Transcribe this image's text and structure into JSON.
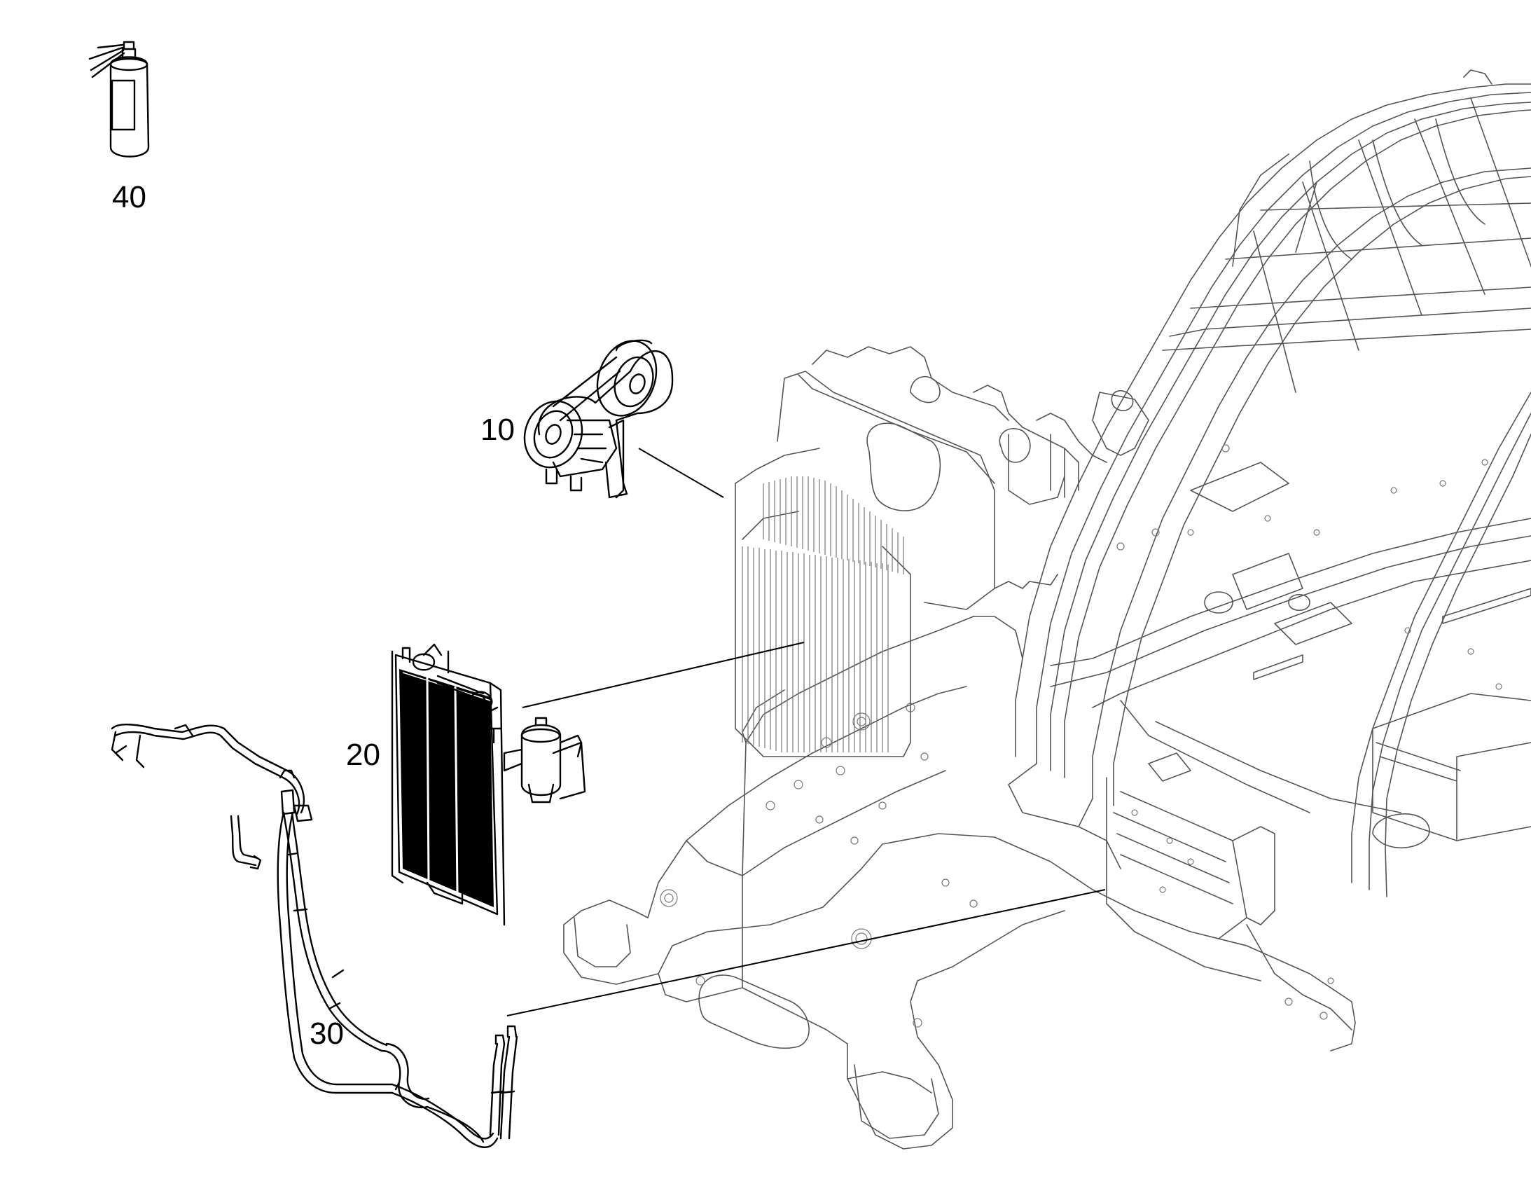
{
  "callouts": [
    {
      "id": "c10",
      "label": "10"
    },
    {
      "id": "c20",
      "label": "20"
    },
    {
      "id": "c30",
      "label": "30"
    },
    {
      "id": "c40",
      "label": "40"
    }
  ]
}
